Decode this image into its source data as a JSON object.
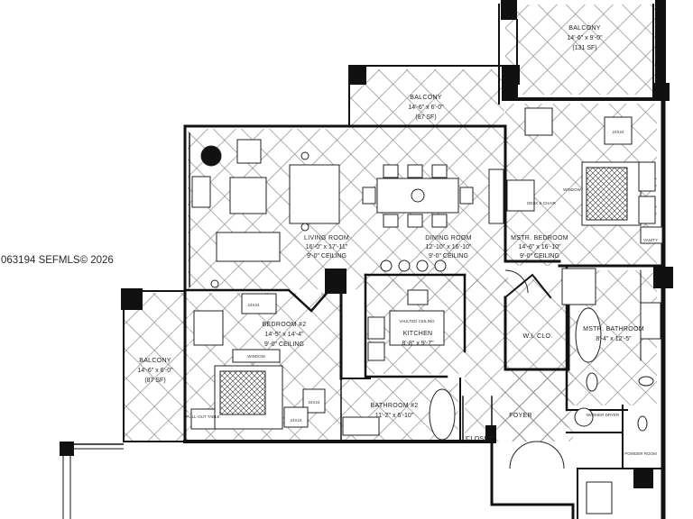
{
  "watermark": "063194  SEFMLS© 2026",
  "rooms": {
    "balcony_top_right": {
      "name": "BALCONY",
      "dim": "14'-6\" x 9'-0\"",
      "area": "(131 SF)"
    },
    "balcony_top_mid": {
      "name": "BALCONY",
      "dim": "14'-6\" x 6'-0\"",
      "area": "(87 SF)"
    },
    "balcony_left": {
      "name": "BALCONY",
      "dim": "14'-6\" x 6'-0\"",
      "area": "(87 SF)"
    },
    "living_room": {
      "name": "LIVING ROOM",
      "dim": "16'-0\" x 17'-11\"",
      "ceiling": "9'-0\" CEILING"
    },
    "dining_room": {
      "name": "DINING ROOM",
      "dim": "12'-10\" x 16'-10\"",
      "ceiling": "9'-0\" CEILING"
    },
    "master_bedroom": {
      "name": "MSTR. BEDROOM",
      "dim": "14'-6\" x 16'-10\"",
      "ceiling": "9'-0\" CEILING"
    },
    "bedroom_2": {
      "name": "BEDROOM #2",
      "dim": "14'-5\" x 14'-4\"",
      "ceiling": "9'-0\" CEILING"
    },
    "kitchen": {
      "name": "KITCHEN",
      "dim": "8'-8\" x 9'-7\"",
      "note": "VAULTED CEILING"
    },
    "wic": {
      "name": "W.I. CLO."
    },
    "master_bath": {
      "name": "MSTR. BATHROOM",
      "dim": "8'-4\" x 12'-5\""
    },
    "bathroom_2": {
      "name": "BATHROOM #2",
      "dim": "11'-2\" x 6'-10\""
    },
    "foyer": {
      "name": "FOYER"
    },
    "closet": {
      "name": "CLOSET"
    },
    "washer_dryer": {
      "name": "WASHER DRYER"
    },
    "powder_room": {
      "name": "POWDER ROOM"
    }
  },
  "furniture_labels": {
    "tv_bedroom2": "WINDOW",
    "chair_bedroom2_top": "24X24",
    "chair_bedroom2_bottom": "24X24",
    "nightstand_left": "PULL-OUT TABLE",
    "nightstand_right": "24X24",
    "tv_master": "WINDOW",
    "chair_master": "24X24",
    "desk_master": "DESK & CHAIR",
    "vanity_master": "VANITY"
  },
  "colors": {
    "wall": "#111111",
    "floor_pattern": "#8a8a8a",
    "ink": "#222222"
  }
}
